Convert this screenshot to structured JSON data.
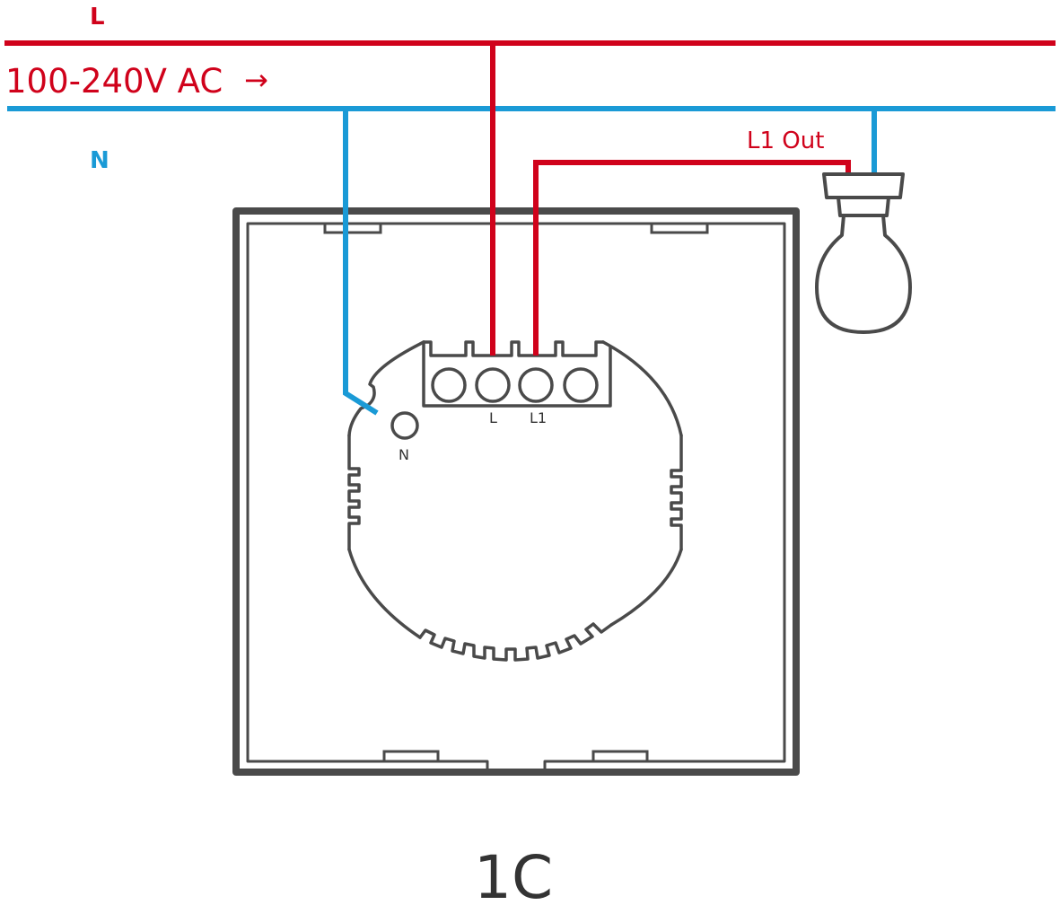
{
  "labels": {
    "live_line": "L",
    "voltage": "100-240V AC",
    "voltage_arrow": "→",
    "neutral_line": "N",
    "output": "L1 Out",
    "terminal_n": "N",
    "terminal_l": "L",
    "terminal_l1": "L1",
    "model": "1C"
  },
  "colors": {
    "live": "#d0021b",
    "neutral": "#1a9ad6",
    "outline": "#4a4a4a",
    "text_dark": "#333333"
  },
  "icons": {
    "load": "light-bulb-icon"
  }
}
